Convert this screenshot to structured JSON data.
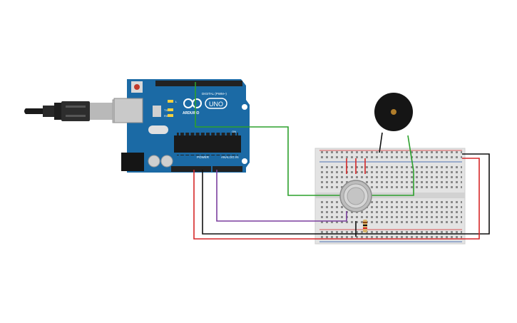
{
  "board": {
    "brand": "ARDUINO",
    "model": "UNO",
    "digital_label": "DIGITAL (PWM~)",
    "power_label": "POWER",
    "analog_label": "ANALOG IN",
    "tx_label": "TX",
    "rx_label": "RX",
    "on_label": "ON",
    "l_label": "L"
  },
  "colors": {
    "board_blue": "#1b6aa5",
    "wire_green": "#2ca02c",
    "wire_red": "#d62728",
    "wire_black": "#111111",
    "wire_purple": "#7b3f9e"
  },
  "components": [
    "arduino-uno",
    "usb-cable",
    "breadboard",
    "gas-sensor",
    "piezo-buzzer",
    "resistor"
  ]
}
